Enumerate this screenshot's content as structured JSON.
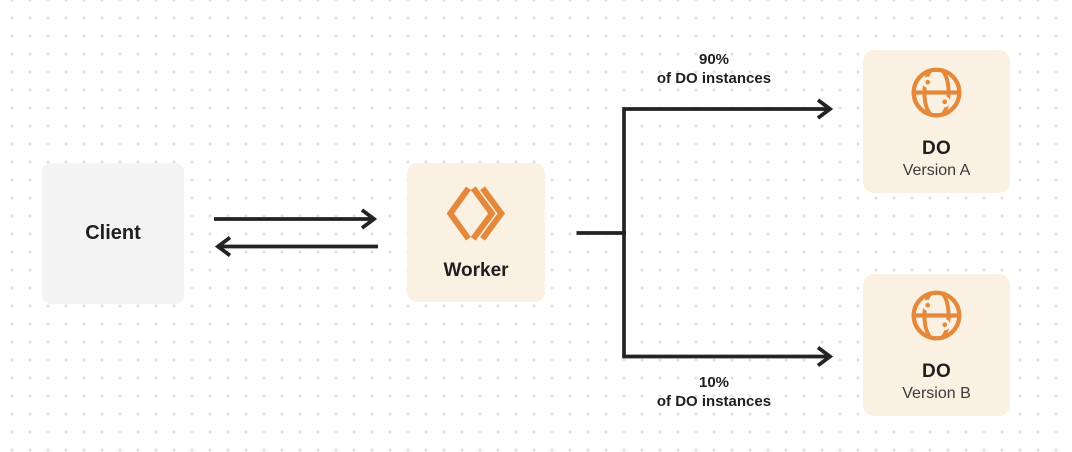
{
  "colors": {
    "line": "#232323",
    "accent": "#e4893c",
    "cream": "#faf1e2",
    "gray-box": "#f4f4f5",
    "dot": "#e3e3e4",
    "text": "#1f1f1f",
    "muted-text": "#3c3c3c"
  },
  "nodes": {
    "client": {
      "label": "Client"
    },
    "worker": {
      "label": "Worker",
      "icon": "cloudflare-workers-icon"
    },
    "do_a": {
      "title": "DO",
      "version": "Version A",
      "icon": "durable-object-globe-icon"
    },
    "do_b": {
      "title": "DO",
      "version": "Version B",
      "icon": "durable-object-globe-icon"
    }
  },
  "edges": {
    "client_worker": {
      "type": "bidirectional-arrows"
    },
    "split_a": {
      "percent": "90%",
      "caption": "of DO instances"
    },
    "split_b": {
      "percent": "10%",
      "caption": "of DO instances"
    }
  }
}
